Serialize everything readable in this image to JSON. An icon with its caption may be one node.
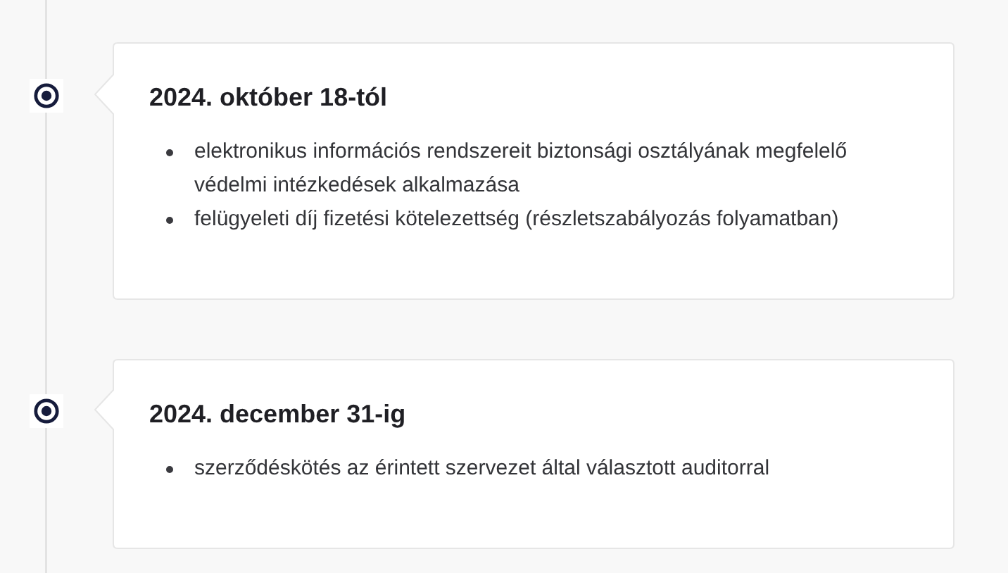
{
  "diagram": {
    "nodes": [
      {
        "text": [
          "2024. október 18-tól",
          "elektronikus információs rendszereit biztonsági osztályának megfelelő védelmi intézkedések alkalmazása",
          "felügyeleti díj fizetési kötelezettség (részletszabályozás folyamatban)"
        ]
      },
      {
        "text": [
          "2024. december 31-ig",
          "szerződéskötés az érintett szervezet által választott auditorral"
        ]
      }
    ]
  }
}
